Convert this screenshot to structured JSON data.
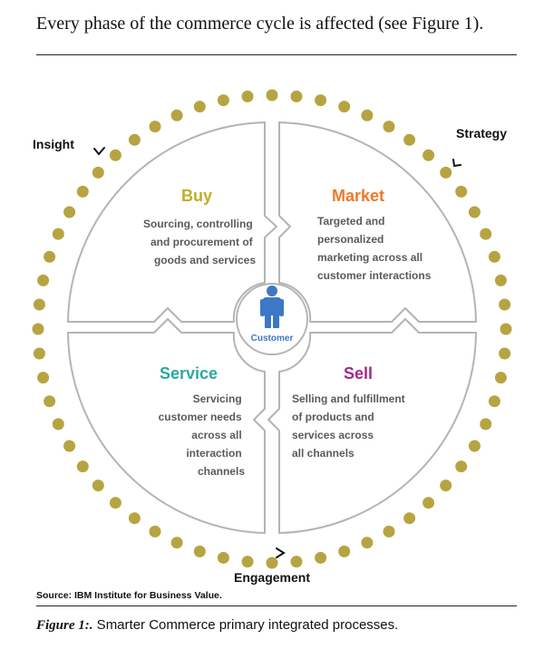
{
  "intro_text": "Every phase of the commerce cycle is affected (see Figure 1).",
  "diagram": {
    "outer_labels": {
      "insight": "Insight",
      "strategy": "Strategy",
      "engagement": "Engagement"
    },
    "center_label": "Customer",
    "quadrants": {
      "buy": {
        "title": "Buy",
        "lines": [
          "Sourcing, controlling",
          "and procurement of",
          "goods and  services"
        ]
      },
      "market": {
        "title": "Market",
        "lines": [
          "Targeted and",
          "personalized",
          "marketing across all",
          "customer interactions"
        ]
      },
      "service": {
        "title": "Service",
        "lines": [
          "Servicing",
          "customer needs",
          "across all",
          "interaction",
          "channels"
        ]
      },
      "sell": {
        "title": "Sell",
        "lines": [
          "Selling and fulfillment",
          "of products and",
          "services across",
          "all channels"
        ]
      }
    },
    "colors": {
      "dots": "#b6a442",
      "panel_stroke": "#b4b4b4",
      "text": "#5a5a5a",
      "customer_icon": "#3d78c7",
      "buy": "#bdb024",
      "market": "#ed7a28",
      "service": "#2aa8a2",
      "sell": "#a3288e"
    }
  },
  "source_text": "Source: IBM Institute for Business Value.",
  "caption": {
    "lead": "Figure 1:.",
    "text": " Smarter Commerce primary integrated processes."
  }
}
